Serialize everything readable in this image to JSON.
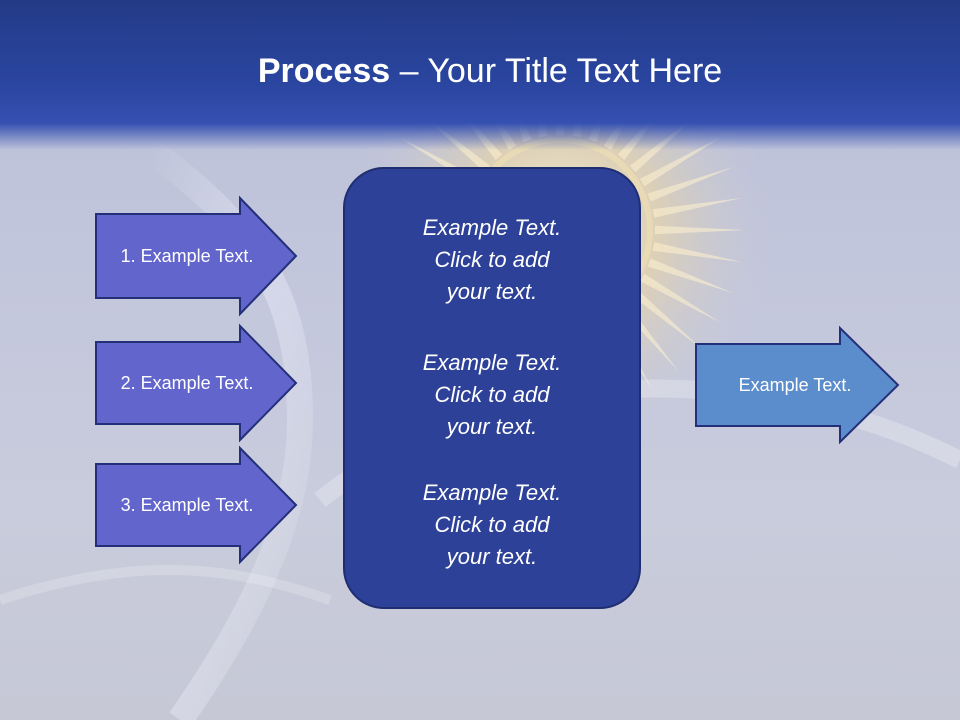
{
  "title": {
    "bold": "Process",
    "rest": " – Your Title Text Here"
  },
  "left_arrows": [
    {
      "label": "1. Example Text."
    },
    {
      "label": "2. Example Text."
    },
    {
      "label": "3. Example Text."
    }
  ],
  "center_box": {
    "blocks": [
      {
        "lines": [
          "Example Text.",
          "Click  to add",
          "your text."
        ]
      },
      {
        "lines": [
          "Example Text.",
          "Click  to add",
          "your text."
        ]
      },
      {
        "lines": [
          "Example Text.",
          "Click  to add",
          "your text."
        ]
      }
    ]
  },
  "output_arrow": {
    "label": "Example Text."
  },
  "colors": {
    "header": "#2a45a0",
    "left_arrow_fill": "#6266cc",
    "center_box_fill": "#2d4198",
    "output_arrow_fill": "#5b8ccc",
    "outline": "#232f78"
  }
}
